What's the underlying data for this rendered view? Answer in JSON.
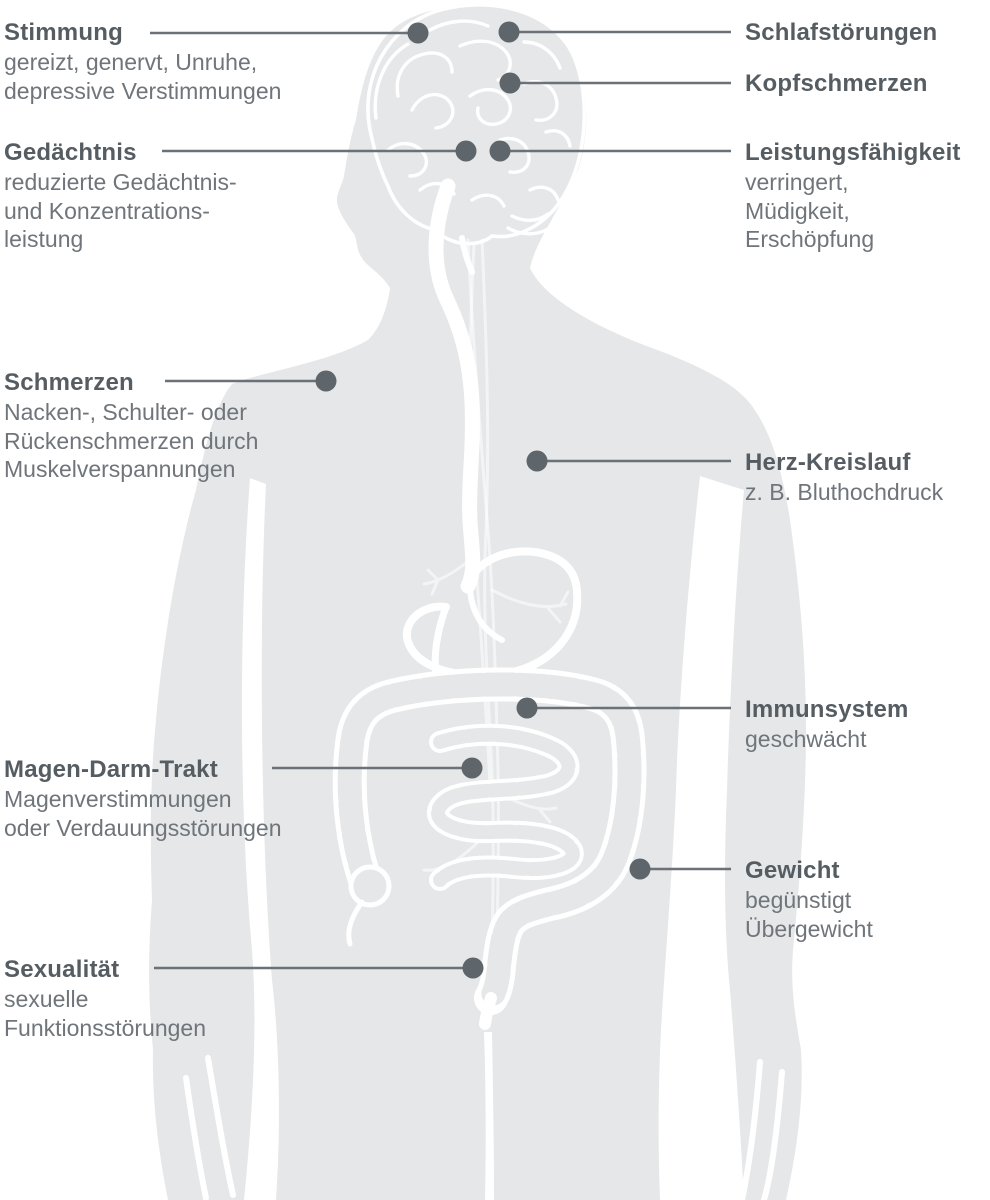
{
  "figure": {
    "subject": "body-silhouette-infographic",
    "colors": {
      "background": "#ffffff",
      "silhouette": "#e5e7e8",
      "organ_lines": "#ffffff",
      "marker_dot": "#5f666b",
      "connector_line": "#6b7176",
      "heading_text": "#565d62",
      "body_text": "#6f757a"
    }
  },
  "annotations": {
    "left": [
      {
        "title": "Stimmung",
        "description": "gereizt, genervt, Unruhe,\ndepressive Verstimmungen"
      },
      {
        "title": "Gedächtnis",
        "description": "reduzierte Gedächtnis-\nund Konzentrations-\nleistung"
      },
      {
        "title": "Schmerzen",
        "description": "Nacken-, Schulter- oder\nRückenschmerzen durch\nMuskelverspannungen"
      },
      {
        "title": "Magen-Darm-Trakt",
        "description": "Magenverstimmungen\noder Verdauungsstörungen"
      },
      {
        "title": "Sexualität",
        "description": "sexuelle\nFunktionsstörungen"
      }
    ],
    "right": [
      {
        "title": "Schlafstörungen"
      },
      {
        "title": "Kopfschmerzen"
      },
      {
        "title": "Leistungsfähigkeit",
        "description": "verringert,\nMüdigkeit,\nErschöpfung"
      },
      {
        "title": "Herz-Kreislauf",
        "description": "z. B. Bluthochdruck"
      },
      {
        "title": "Immunsystem",
        "description": "geschwächt"
      },
      {
        "title": "Gewicht",
        "description": "begünstigt\nÜbergewicht"
      }
    ]
  }
}
